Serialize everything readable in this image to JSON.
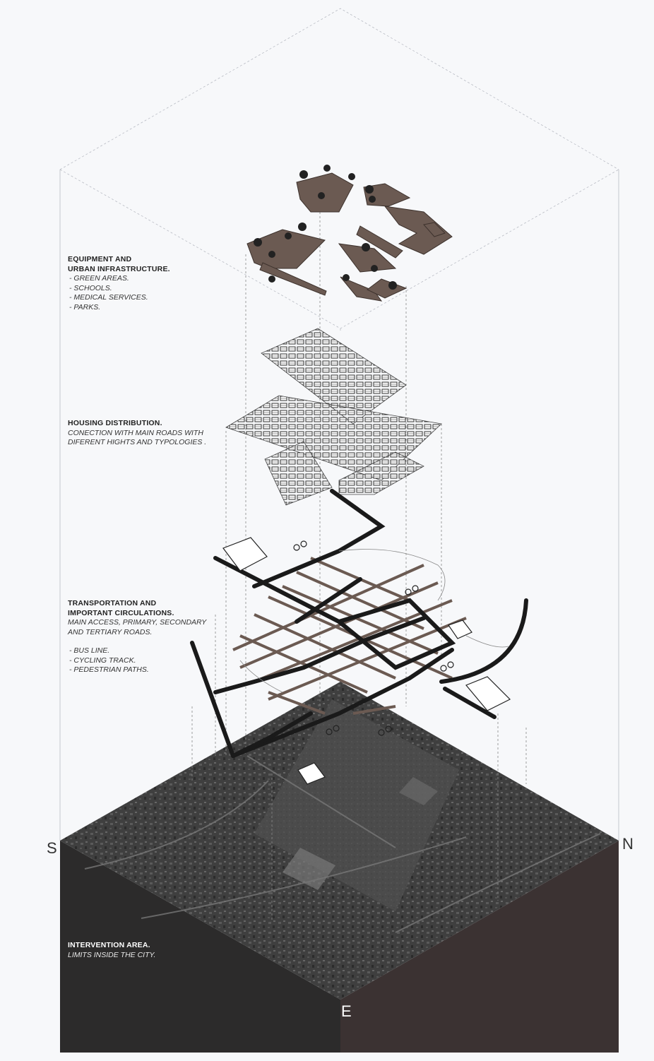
{
  "layers": {
    "equipment": {
      "heading": [
        "EQUIPMENT AND",
        "URBAN INFRASTRUCTURE."
      ],
      "items": [
        "-  GREEN AREAS.",
        "-  SCHOOLS.",
        "-  MEDICAL SERVICES.",
        "-  PARKS."
      ]
    },
    "housing": {
      "heading": [
        "HOUSING DISTRIBUTION."
      ],
      "items": [
        "CONECTION WITH MAIN ROADS WITH",
        "DIFERENT HIGHTS AND TYPOLOGIES ."
      ]
    },
    "transport": {
      "heading": [
        "TRANSPORTATION AND",
        "IMPORTANT CIRCULATIONS."
      ],
      "items": [
        "MAIN ACCESS, PRIMARY, SECONDARY",
        "AND TERTIARY ROADS.",
        "",
        "-  BUS LINE.",
        "-  CYCLING TRACK.",
        "-  PEDESTRIAN PATHS."
      ]
    },
    "intervention": {
      "heading": [
        "INTERVENTION AREA."
      ],
      "items": [
        "LIMITS INSIDE THE CITY."
      ]
    }
  },
  "compass": {
    "south": "S",
    "north": "N",
    "east": "E"
  },
  "colors": {
    "background": "#f7f8fa",
    "equipment_fill": "#6b5a52",
    "housing_stroke": "#333333",
    "road": "#1a1a1a",
    "grid_road": "#6b5a52",
    "aerial": "#3e3e3e",
    "side_left": "#2c2b2b",
    "side_right": "#3b3232"
  }
}
